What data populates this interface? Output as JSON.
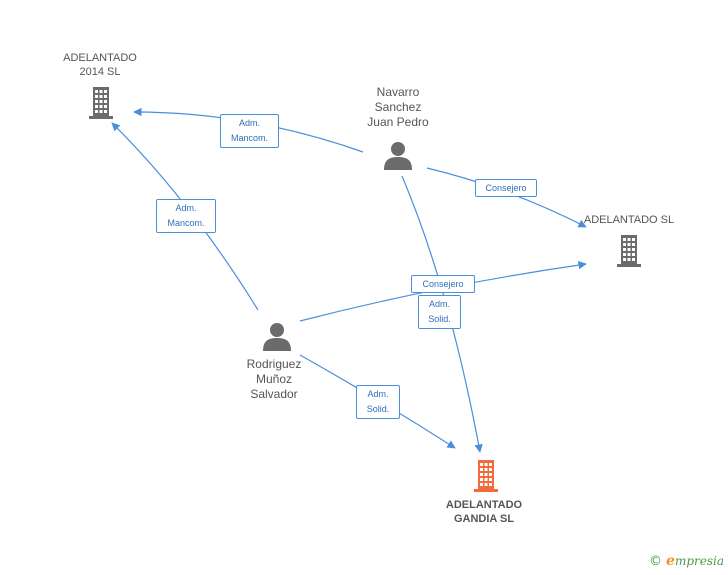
{
  "nodes": {
    "adelantado_2014": {
      "label_lines": [
        "ADELANTADO",
        "2014  SL"
      ],
      "type": "company"
    },
    "navarro": {
      "label_lines": [
        "Navarro",
        "Sanchez",
        "Juan Pedro"
      ],
      "type": "person"
    },
    "adelantado_sl": {
      "label_lines": [
        "ADELANTADO SL"
      ],
      "type": "company"
    },
    "rodriguez": {
      "label_lines": [
        "Rodriguez",
        "Muñoz",
        "Salvador"
      ],
      "type": "person"
    },
    "adelantado_gandia": {
      "label_lines": [
        "ADELANTADO",
        "GANDIA SL"
      ],
      "type": "company",
      "highlight": true
    }
  },
  "edges": [
    {
      "from": "navarro",
      "to": "adelantado_2014",
      "label": "Adm.\nMancom."
    },
    {
      "from": "navarro",
      "to": "adelantado_sl",
      "label": "Consejero"
    },
    {
      "from": "navarro",
      "to": "adelantado_gandia",
      "label": "Adm.\nSolid."
    },
    {
      "from": "rodriguez",
      "to": "adelantado_2014",
      "label": "Adm.\nMancom."
    },
    {
      "from": "rodriguez",
      "to": "adelantado_sl",
      "label": "Consejero"
    },
    {
      "from": "rodriguez",
      "to": "adelantado_gandia",
      "label": "Adm.\nSolid."
    }
  ],
  "colors": {
    "edge": "#4a8fdc",
    "company_icon": "#6b6b6b",
    "company_highlight": "#f26b3a",
    "person_icon": "#6b6b6b"
  },
  "brand": {
    "copyright": "©",
    "initial": "e",
    "rest": "mpresia"
  }
}
